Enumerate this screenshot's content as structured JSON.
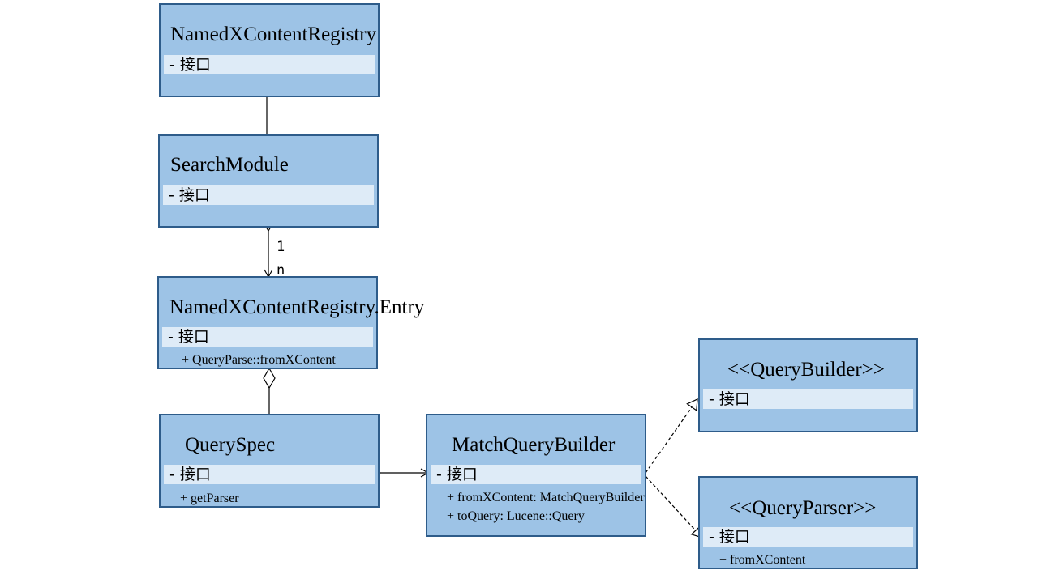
{
  "classes": {
    "registry": {
      "name": "NamedXContentRegistry",
      "attribute": "- 接口"
    },
    "search_module": {
      "name": "SearchModule",
      "attribute": "- 接口"
    },
    "entry": {
      "name": "NamedXContentRegistry.Entry",
      "attribute": "- 接口",
      "operations": [
        "+ QueryParse::fromXContent"
      ]
    },
    "query_spec": {
      "name": "QuerySpec",
      "attribute": "- 接口",
      "operations": [
        "+ getParser"
      ]
    },
    "match_query_builder": {
      "name": "MatchQueryBuilder",
      "attribute": "- 接口",
      "operations": [
        "+ fromXContent: MatchQueryBuilder",
        "+ toQuery: Lucene::Query"
      ]
    },
    "query_builder": {
      "name": "<<QueryBuilder>>",
      "attribute": "- 接口"
    },
    "query_parser": {
      "name": "<<QueryParser>>",
      "attribute": "- 接口",
      "operations": [
        "+ fromXContent"
      ]
    }
  },
  "multiplicities": {
    "source": "1",
    "target": "n"
  },
  "colors": {
    "box_fill": "#9dc3e6",
    "box_border": "#2e5c8a",
    "band_fill": "#deebf7",
    "line": "#000000"
  }
}
